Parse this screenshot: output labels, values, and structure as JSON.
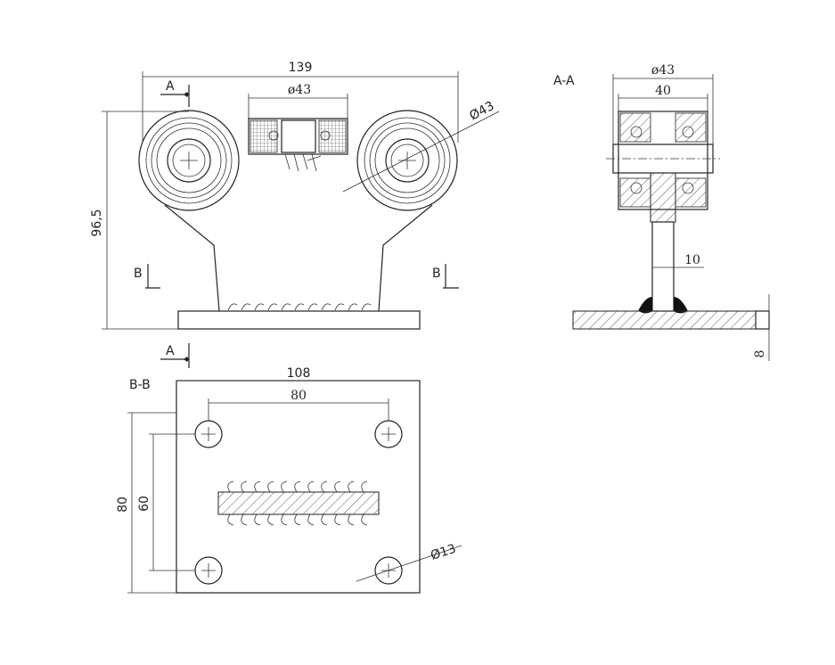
{
  "dimensions": {
    "front_width": "139",
    "front_bearing_dia": "ø43",
    "front_wheel_dia": "Ø43",
    "front_height": "96,5",
    "section_aa_outer_dia": "ø43",
    "section_aa_width": "40",
    "section_aa_stem": "10",
    "section_aa_plate": "8",
    "plate_width": "108",
    "hole_spacing_x": "80",
    "plate_height": "80",
    "hole_spacing_y": "60",
    "hole_dia": "Ø13"
  },
  "section_labels": {
    "a_top": "A",
    "a_bottom": "A",
    "b_left": "B",
    "b_right": "B",
    "view_aa": "A-A",
    "view_bb": "B-B"
  },
  "colors": {
    "line": "#222222",
    "background": "#ffffff"
  }
}
